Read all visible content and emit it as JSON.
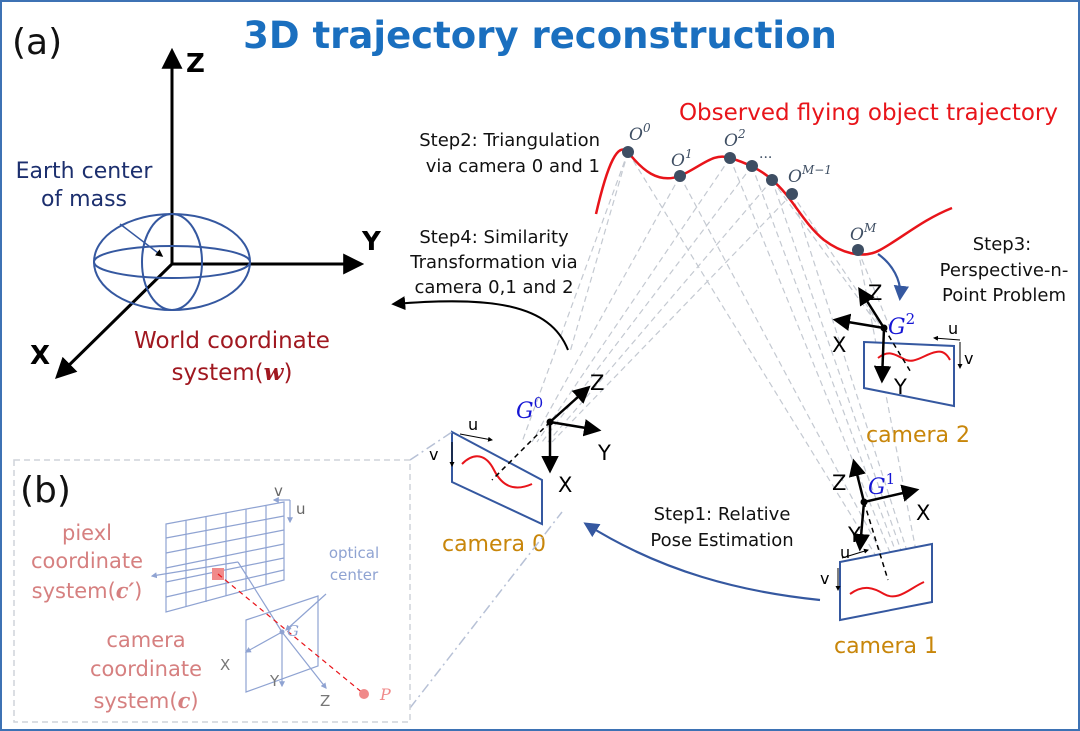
{
  "title": "3D trajectory reconstruction",
  "panel_a_label": "(a)",
  "panel_b_label": "(b)",
  "world": {
    "axis_z": "Z",
    "axis_y": "Y",
    "axis_x": "X",
    "earth_line1": "Earth center",
    "earth_line2": "of mass",
    "coord_line1": "World coordinate",
    "coord_line2_pre": "system(",
    "coord_line2_sym": "w",
    "coord_line2_post": ")"
  },
  "trajectory": {
    "label": "Observed flying object trajectory",
    "points": [
      {
        "base": "O",
        "sup": "0"
      },
      {
        "base": "O",
        "sup": "1"
      },
      {
        "base": "O",
        "sup": "2"
      },
      {
        "base": "...",
        "sup": ""
      },
      {
        "base": "O",
        "sup": "M−1"
      },
      {
        "base": "O",
        "sup": "M"
      }
    ]
  },
  "steps": {
    "step1_line1": "Step1: Relative",
    "step1_line2": "Pose Estimation",
    "step2_line1": "Step2: Triangulation",
    "step2_line2": "via camera 0 and 1",
    "step3_line1": "Step3:",
    "step3_line2": "Perspective-n-",
    "step3_line3": "Point Problem",
    "step4_line1": "Step4: Similarity",
    "step4_line2": "Transformation via",
    "step4_line3": "camera 0,1 and 2"
  },
  "cameras": {
    "cam0": {
      "label": "camera 0",
      "center_base": "G",
      "center_sup": "0",
      "x": "X",
      "y": "Y",
      "z": "Z",
      "u": "u",
      "v": "v"
    },
    "cam1": {
      "label": "camera 1",
      "center_base": "G",
      "center_sup": "1",
      "x": "X",
      "y": "Y",
      "z": "Z",
      "u": "u",
      "v": "v"
    },
    "cam2": {
      "label": "camera 2",
      "center_base": "G",
      "center_sup": "2",
      "x": "X",
      "y": "Y",
      "z": "Z",
      "u": "u",
      "v": "v"
    }
  },
  "panel_b": {
    "pixel_line1": "piexl",
    "pixel_line2": "coordinate",
    "pixel_line3_pre": "system(",
    "pixel_line3_sym": "c′",
    "pixel_line3_post": ")",
    "camera_line1": "camera",
    "camera_line2": "coordinate",
    "camera_line3_pre": "system(",
    "camera_line3_sym": "c",
    "camera_line3_post": ")",
    "optical_line1": "optical",
    "optical_line2": "center",
    "g": "G",
    "p": "P",
    "u": "u",
    "v": "v",
    "x": "X",
    "y": "Y",
    "z": "Z"
  },
  "colors": {
    "title": "#1a6fbf",
    "trajectory": "#e8141a",
    "world_coord": "#a01820",
    "camera_label": "#c8860a",
    "camera_center": "#1616d4",
    "earth_label": "#1c2f6e",
    "step_arrow": "#3558a0",
    "frame": "#3d72b4",
    "panel_b_text": "#d68080",
    "panel_b_grid": "#8fa3d2",
    "point": "#3e4e63"
  }
}
